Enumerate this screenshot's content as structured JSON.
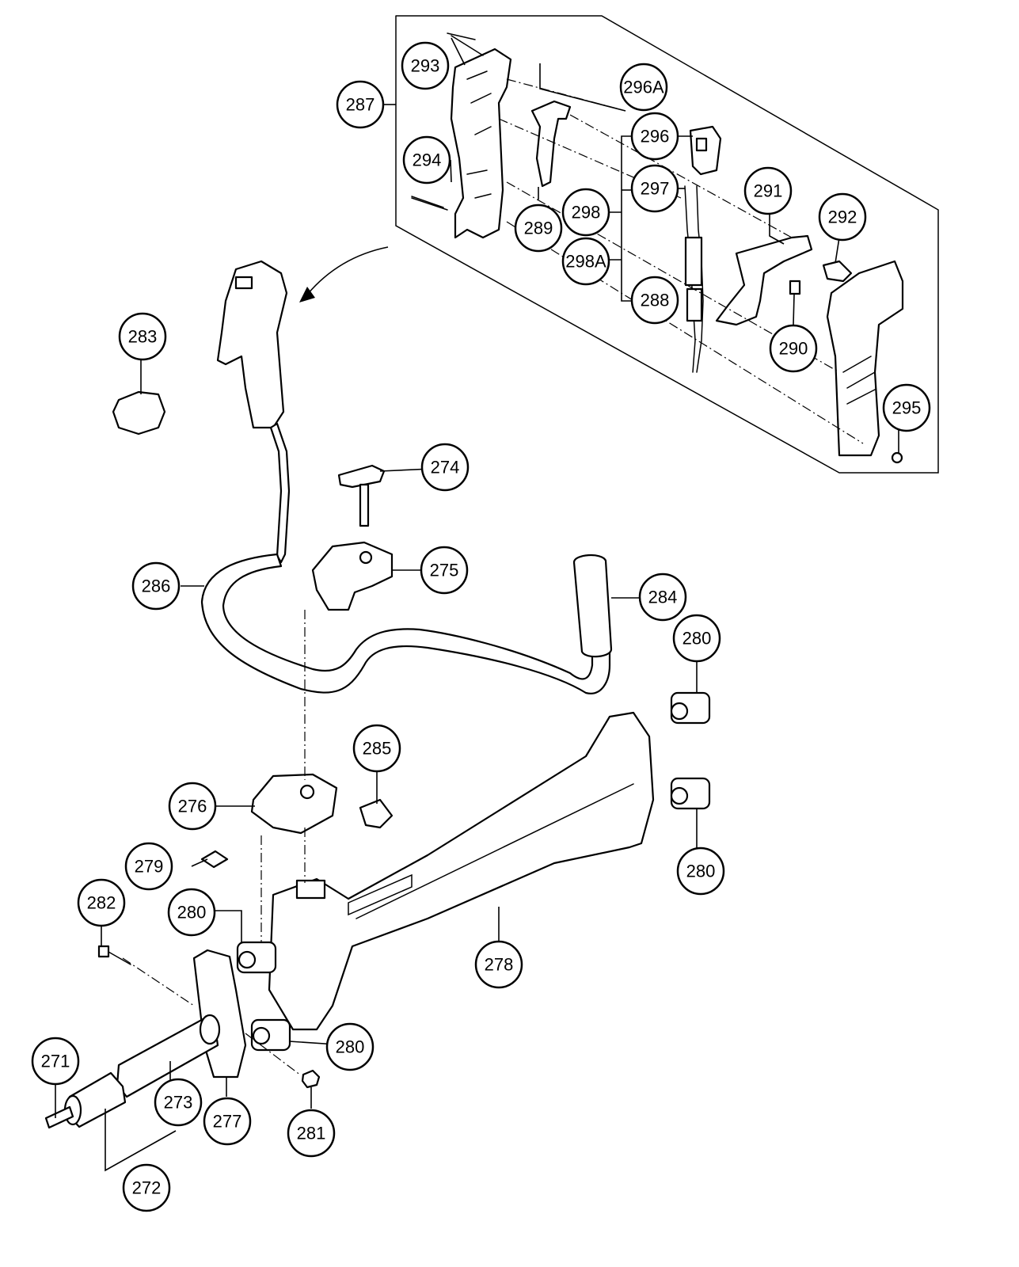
{
  "callouts": {
    "c271": "271",
    "c272": "272",
    "c273": "273",
    "c274": "274",
    "c275": "275",
    "c276": "276",
    "c277": "277",
    "c278": "278",
    "c279": "279",
    "c280a": "280",
    "c280b": "280",
    "c280c": "280",
    "c280d": "280",
    "c281": "281",
    "c282": "282",
    "c283": "283",
    "c284": "284",
    "c285": "285",
    "c286": "286",
    "c287": "287",
    "c288": "288",
    "c289": "289",
    "c290": "290",
    "c291": "291",
    "c292": "292",
    "c293": "293",
    "c294": "294",
    "c295": "295",
    "c296": "296",
    "c296a": "296A",
    "c297": "297",
    "c298": "298",
    "c298a": "298A"
  }
}
